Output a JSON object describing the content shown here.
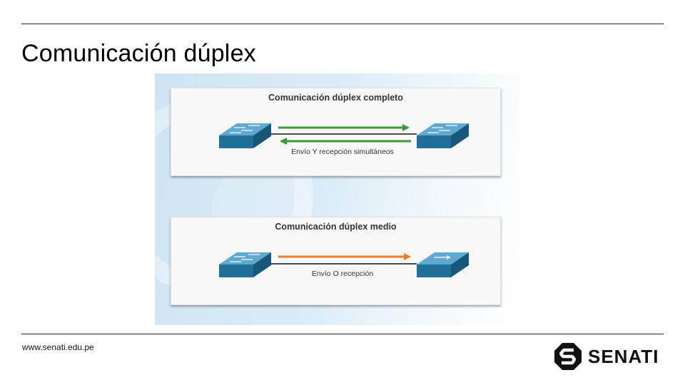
{
  "slide": {
    "title": "Comunicación dúplex",
    "footer_url": "www.senati.edu.pe"
  },
  "brand": {
    "name": "SENATI",
    "logo_icon": "senati-logo-icon"
  },
  "figure": {
    "full_duplex": {
      "title": "Comunicación dúplex completo",
      "caption": "Envío Y recepción simultáneos",
      "arrow_color": "#3a9a3a"
    },
    "half_duplex": {
      "title": "Comunicación dúplex medio",
      "caption": "Envío O recepción",
      "arrow_color": "#f07c2a"
    },
    "switch_color": "#2a7ca8"
  },
  "colors": {
    "rule": "#222222",
    "text": "#000000"
  }
}
